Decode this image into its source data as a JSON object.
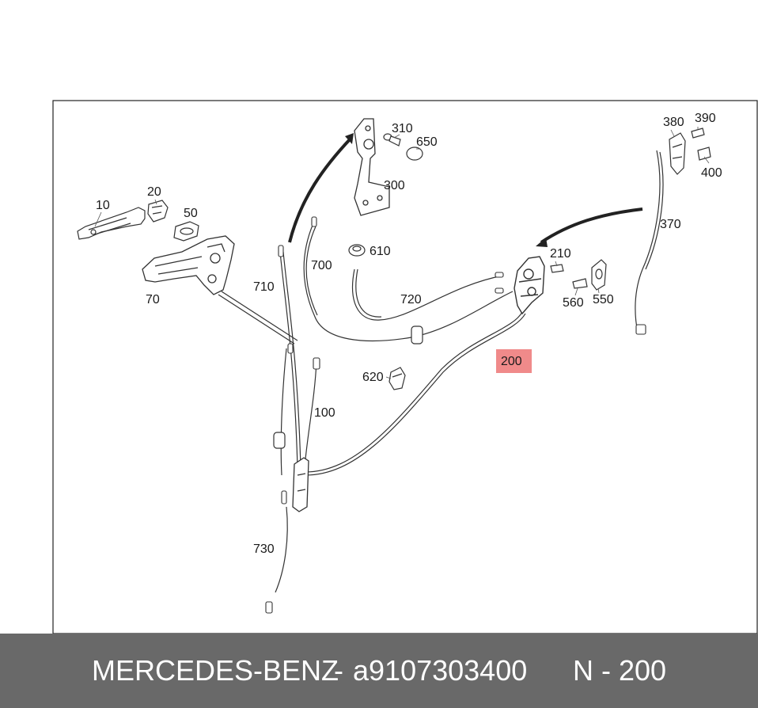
{
  "callouts": {
    "c10": "10",
    "c20": "20",
    "c50": "50",
    "c70": "70",
    "c100": "100",
    "c200": "200",
    "c210": "210",
    "c300": "300",
    "c310": "310",
    "c370": "370",
    "c380": "380",
    "c390": "390",
    "c400": "400",
    "c550": "550",
    "c560": "560",
    "c610": "610",
    "c620": "620",
    "c650": "650",
    "c700": "700",
    "c710": "710",
    "c720": "720",
    "c730": "730"
  },
  "highlight_color": "#f08a8a",
  "footer": {
    "brand": "MERCEDES-BENZ",
    "separator": "-",
    "part_number": "a9107303400",
    "position_ref": "N - 200"
  }
}
